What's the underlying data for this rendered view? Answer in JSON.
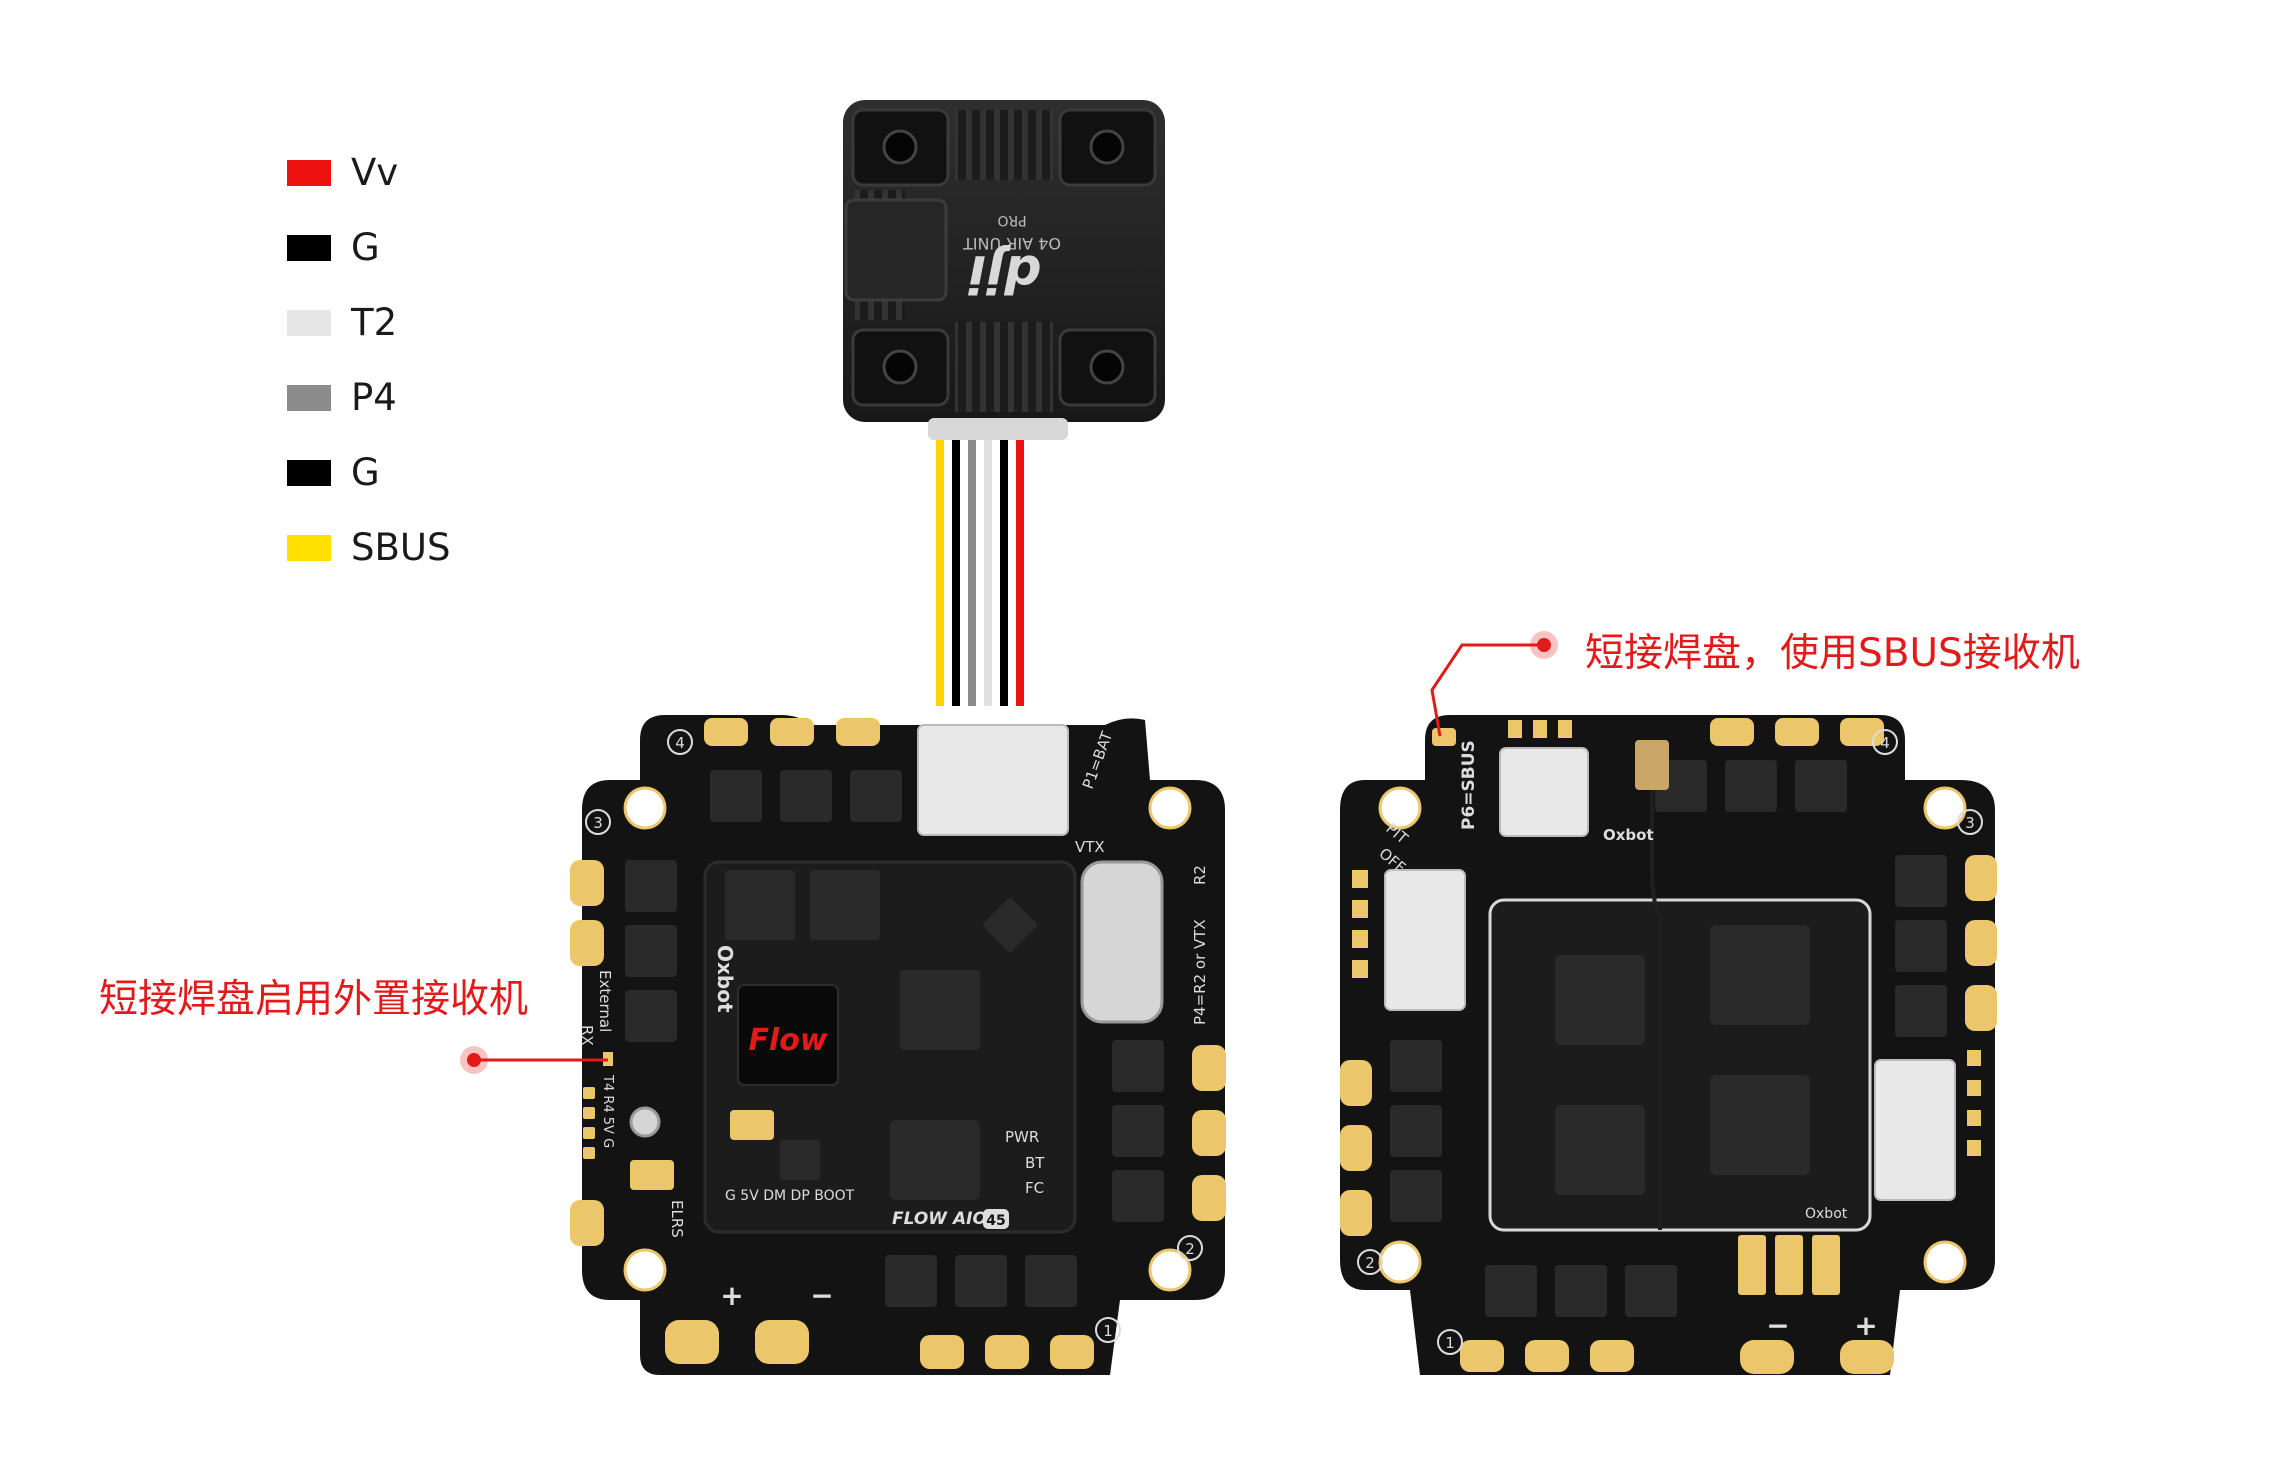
{
  "legend": [
    {
      "label": "Vv",
      "color": "#ee1111"
    },
    {
      "label": "G",
      "color": "#000000"
    },
    {
      "label": "T2",
      "color": "#e6e6e6"
    },
    {
      "label": "P4",
      "color": "#8c8c8c"
    },
    {
      "label": "G",
      "color": "#000000"
    },
    {
      "label": "SBUS",
      "color": "#ffe000"
    }
  ],
  "callouts": {
    "external_receiver": "短接焊盘启用外置接收机",
    "sbus_receiver": "短接焊盘，使用SBUS接收机"
  },
  "vtx": {
    "brand": "dji",
    "model_line1": "O4 AIR UNIT",
    "model_line2": "PRO"
  },
  "front_board": {
    "brand": "Oxbot",
    "logo": "Flow",
    "model": "FLOW AIO",
    "model_number": "45",
    "labels": {
      "p1": "P1=BAT",
      "vtx": "VTX",
      "r2": "R2",
      "p4": "P4=R2 or VTX",
      "external": "External",
      "rx": "RX",
      "pins": "T4  R4  5V  G",
      "elrs": "ELRS",
      "bottom_pins": "G   5V   DM  DP  BOOT",
      "pwr": "PWR",
      "bt": "BT",
      "fc": "FC"
    },
    "motors": [
      "1",
      "2",
      "3",
      "4"
    ]
  },
  "back_board": {
    "brand": "Oxbot",
    "labels": {
      "p6": "P6=SBUS",
      "pit": "PIT",
      "off": "OFF"
    },
    "motors": [
      "1",
      "2",
      "3",
      "4"
    ]
  },
  "colors": {
    "board": "#121212",
    "pad": "#ecc66b",
    "callout": "#e21a1a"
  }
}
